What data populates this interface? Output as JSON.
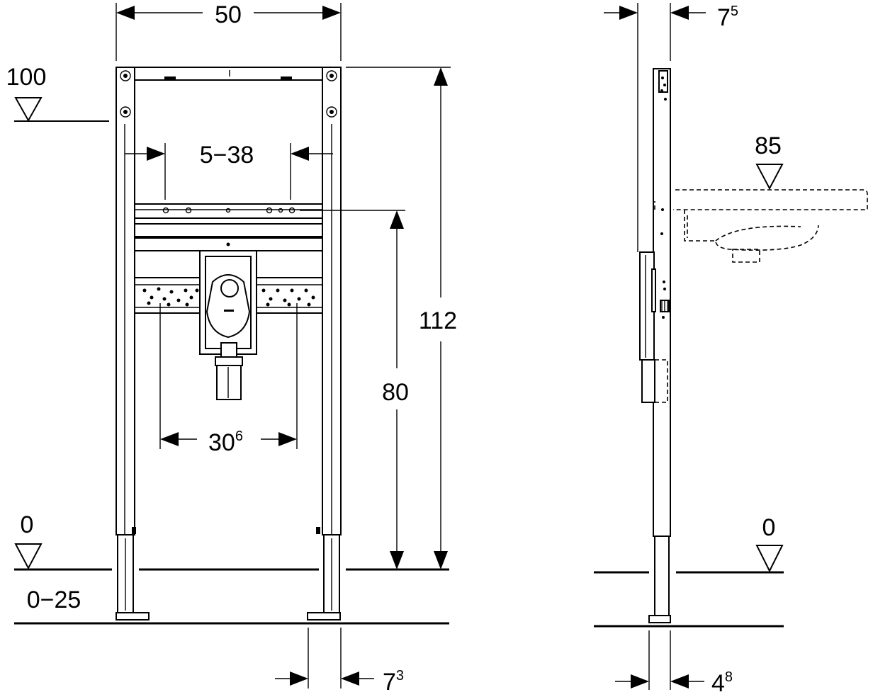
{
  "dimensions": {
    "frame_width": "50",
    "total_height": "112",
    "bracket_height": "80",
    "crossbar_range": "5−38",
    "hole_spacing_main": "30",
    "hole_spacing_sup": "6",
    "leg_width_main": "7",
    "leg_width_sup": "3",
    "depth_top_main": "7",
    "depth_top_sup": "5",
    "depth_bottom_main": "4",
    "depth_bottom_sup": "8"
  },
  "levels": {
    "top_marker": "100",
    "floor_left": "0",
    "floor_right": "0",
    "basin_height": "85",
    "floor_adjust": "0−25"
  },
  "icons": {
    "level_marker": "triangle-down-icon",
    "dimension_arrow": "arrow-icon"
  }
}
